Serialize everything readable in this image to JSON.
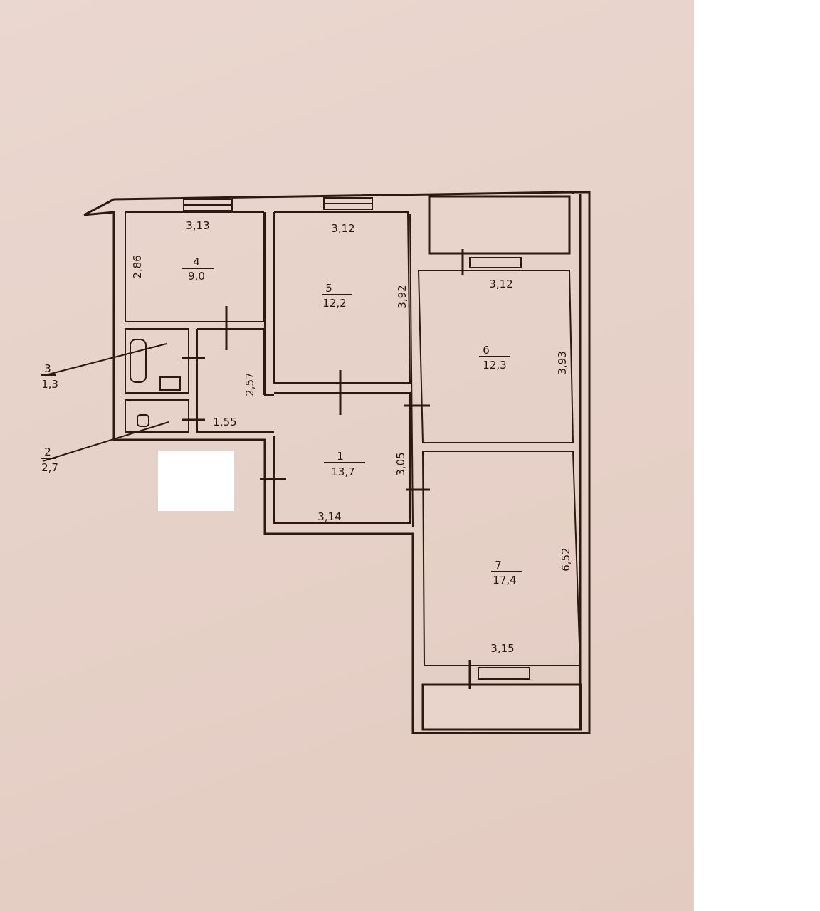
{
  "rooms": [
    {
      "number": "1",
      "area": "13,7"
    },
    {
      "number": "2",
      "area": "2,7"
    },
    {
      "number": "3",
      "area": "1,3"
    },
    {
      "number": "4",
      "area": "9,0"
    },
    {
      "number": "5",
      "area": "12,2"
    },
    {
      "number": "6",
      "area": "12,3"
    },
    {
      "number": "7",
      "area": "17,4"
    }
  ],
  "dimensions": {
    "room4_width": "3,13",
    "room4_height": "2,86",
    "room5_width": "3,12",
    "room5_height": "3,92",
    "room6_width": "3,12",
    "room6_height": "3,93",
    "room7_width": "3,15",
    "room7_height": "6,52",
    "hall_width": "3,14",
    "hall_height": "3,05",
    "corridor_height": "2,57",
    "corridor_width": "1,55"
  },
  "colors": {
    "paper": "#e8d4cb",
    "ink": "#2b1912"
  }
}
